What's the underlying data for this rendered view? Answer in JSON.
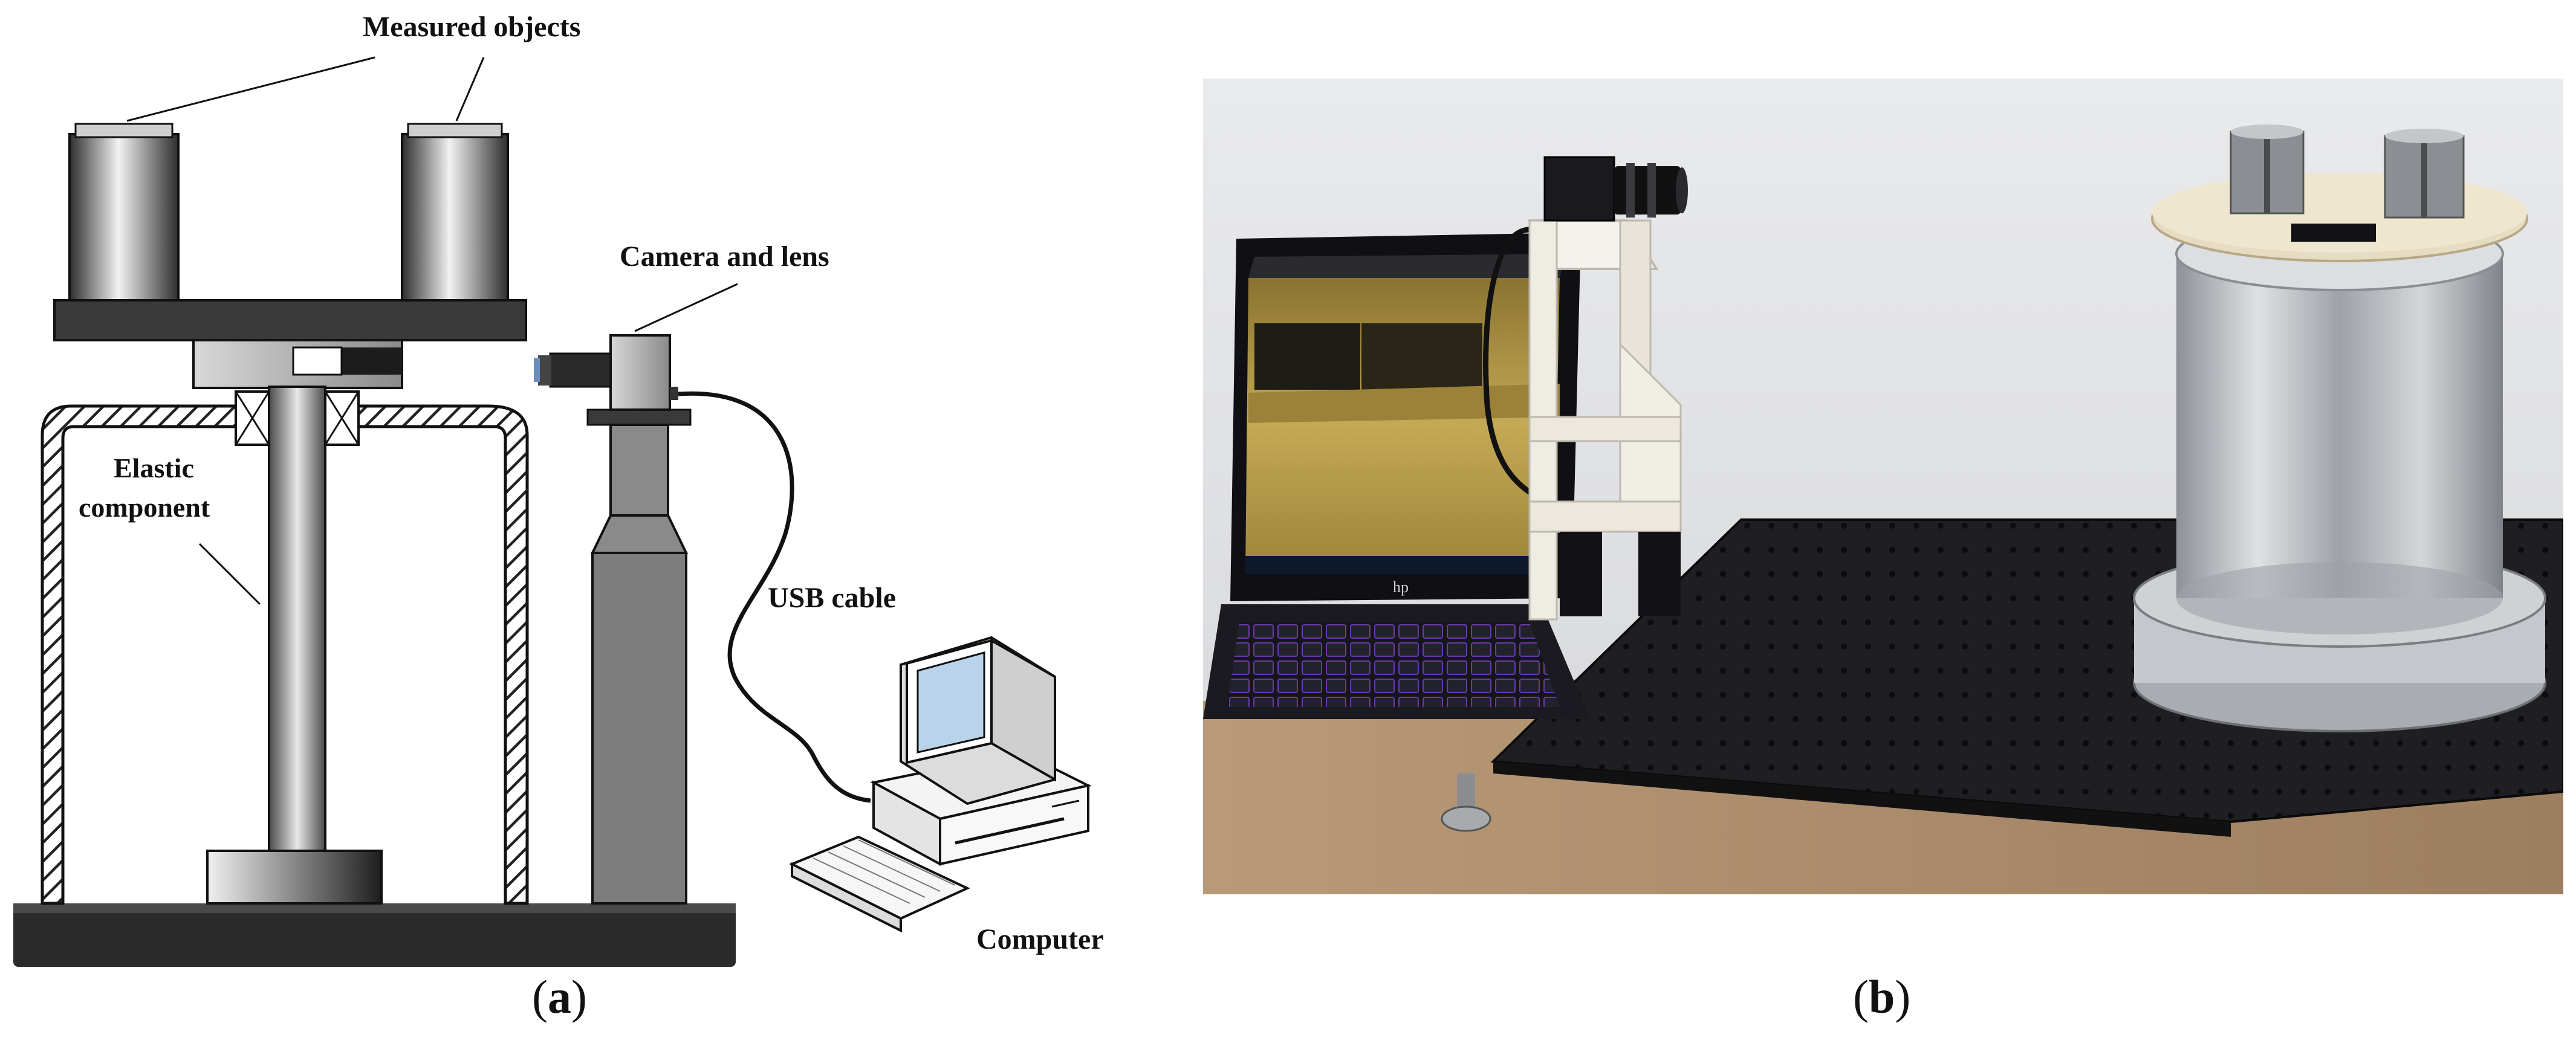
{
  "figure": {
    "panel_a": {
      "caption_open": "(",
      "caption_letter": "a",
      "caption_close": ")",
      "labels": {
        "measured_objects": "Measured objects",
        "camera_and_lens": "Camera and lens",
        "elastic": "Elastic",
        "component": "component",
        "usb_cable": "USB cable",
        "computer": "Computer"
      }
    },
    "panel_b": {
      "caption_open": "(",
      "caption_letter": "b",
      "caption_close": ")",
      "laptop_brand": "hp"
    }
  },
  "colors": {
    "base": "#2b2b2b",
    "frame_hatch": "#3a3a3a",
    "tripod": "#7a7a7a",
    "wall": "#e3e4e6",
    "desk": "#a98a6a",
    "table": "#1e1e22",
    "screen_gold": "#b59a45",
    "keyboard_glow": "#6a3aa8",
    "cylinder": "#b9bcc1"
  }
}
